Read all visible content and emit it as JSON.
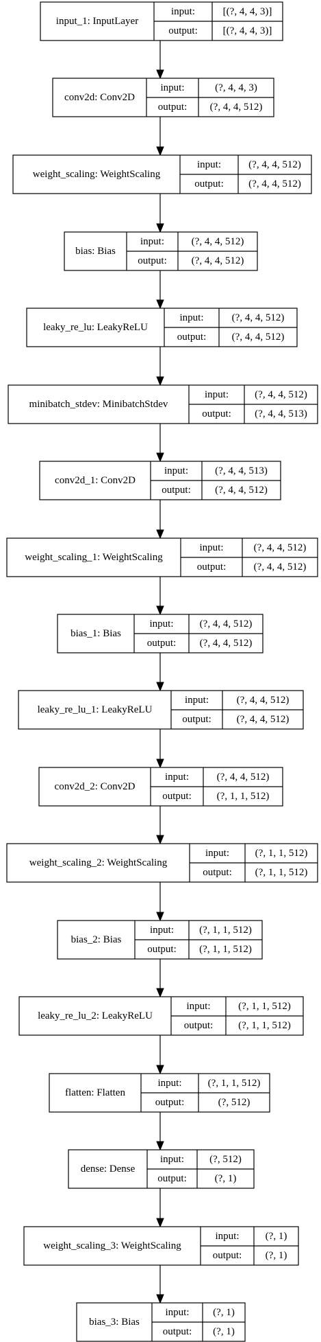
{
  "labels": {
    "input": "input:",
    "output": "output:"
  },
  "layers": [
    {
      "name": "input_1: InputLayer",
      "input": "[(?, 4, 4, 3)]",
      "output": "[(?, 4, 4, 3)]"
    },
    {
      "name": "conv2d: Conv2D",
      "input": "(?, 4, 4, 3)",
      "output": "(?, 4, 4, 512)"
    },
    {
      "name": "weight_scaling: WeightScaling",
      "input": "(?, 4, 4, 512)",
      "output": "(?, 4, 4, 512)"
    },
    {
      "name": "bias: Bias",
      "input": "(?, 4, 4, 512)",
      "output": "(?, 4, 4, 512)"
    },
    {
      "name": "leaky_re_lu: LeakyReLU",
      "input": "(?, 4, 4, 512)",
      "output": "(?, 4, 4, 512)"
    },
    {
      "name": "minibatch_stdev: MinibatchStdev",
      "input": "(?, 4, 4, 512)",
      "output": "(?, 4, 4, 513)"
    },
    {
      "name": "conv2d_1: Conv2D",
      "input": "(?, 4, 4, 513)",
      "output": "(?, 4, 4, 512)"
    },
    {
      "name": "weight_scaling_1: WeightScaling",
      "input": "(?, 4, 4, 512)",
      "output": "(?, 4, 4, 512)"
    },
    {
      "name": "bias_1: Bias",
      "input": "(?, 4, 4, 512)",
      "output": "(?, 4, 4, 512)"
    },
    {
      "name": "leaky_re_lu_1: LeakyReLU",
      "input": "(?, 4, 4, 512)",
      "output": "(?, 4, 4, 512)"
    },
    {
      "name": "conv2d_2: Conv2D",
      "input": "(?, 4, 4, 512)",
      "output": "(?, 1, 1, 512)"
    },
    {
      "name": "weight_scaling_2: WeightScaling",
      "input": "(?, 1, 1, 512)",
      "output": "(?, 1, 1, 512)"
    },
    {
      "name": "bias_2: Bias",
      "input": "(?, 1, 1, 512)",
      "output": "(?, 1, 1, 512)"
    },
    {
      "name": "leaky_re_lu_2: LeakyReLU",
      "input": "(?, 1, 1, 512)",
      "output": "(?, 1, 1, 512)"
    },
    {
      "name": "flatten: Flatten",
      "input": "(?, 1, 1, 512)",
      "output": "(?, 512)"
    },
    {
      "name": "dense: Dense",
      "input": "(?, 512)",
      "output": "(?, 1)"
    },
    {
      "name": "weight_scaling_3: WeightScaling",
      "input": "(?, 1)",
      "output": "(?, 1)"
    },
    {
      "name": "bias_3: Bias",
      "input": "(?, 1)",
      "output": "(?, 1)"
    }
  ]
}
